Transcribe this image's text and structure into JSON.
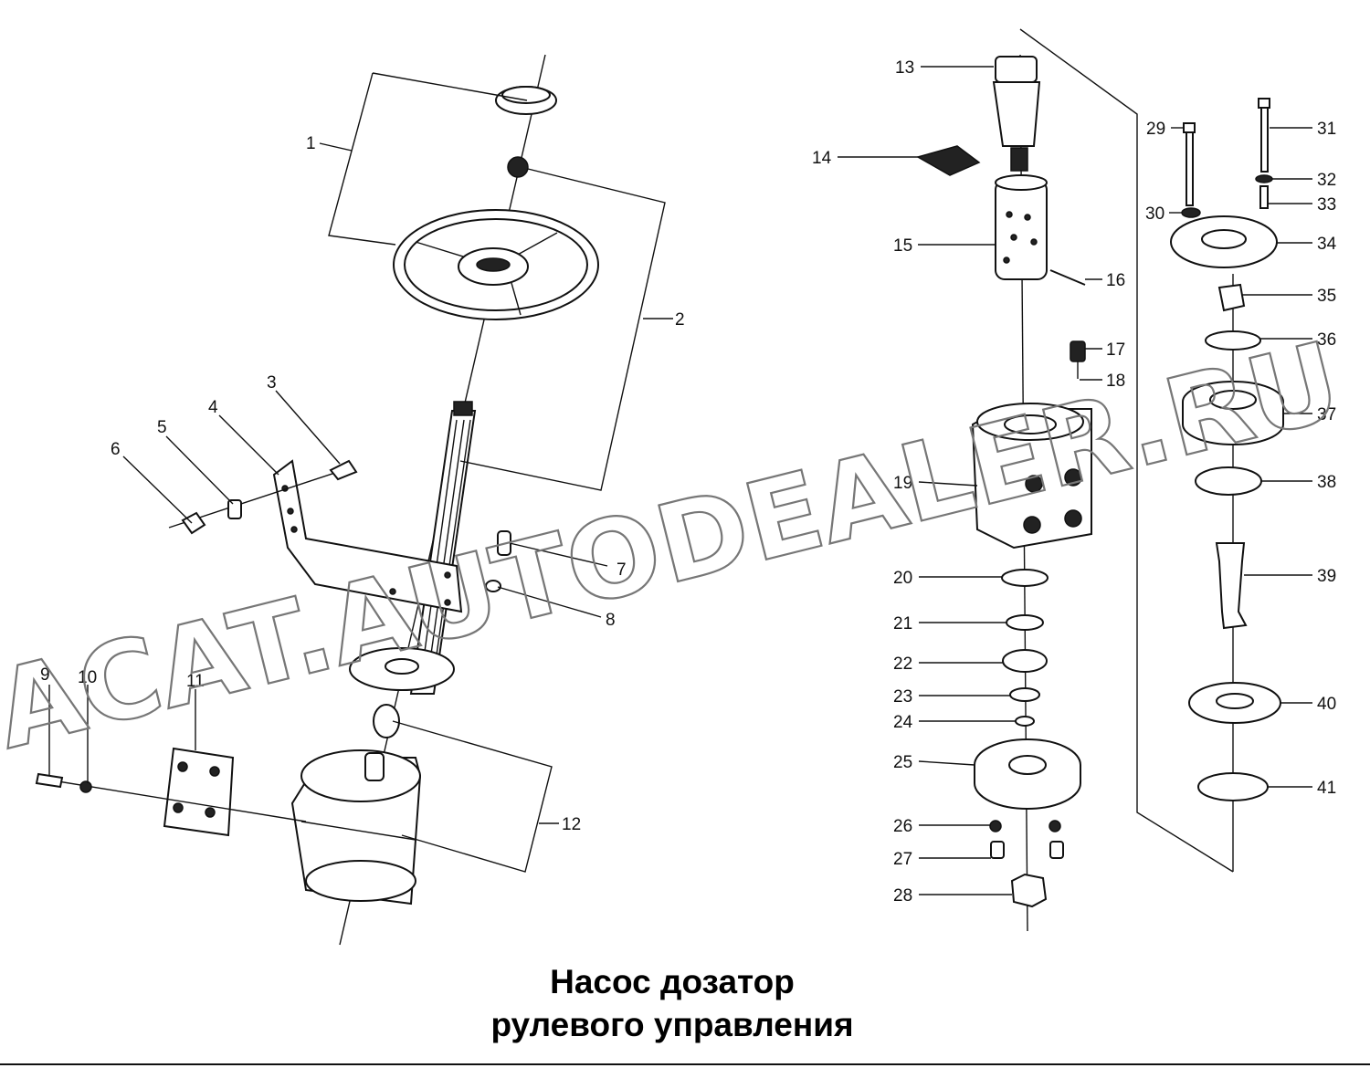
{
  "diagram": {
    "labels": [
      "1",
      "2",
      "3",
      "4",
      "5",
      "6",
      "7",
      "8",
      "9",
      "10",
      "11",
      "12",
      "13",
      "14",
      "15",
      "16",
      "17",
      "18",
      "19",
      "20",
      "21",
      "22",
      "23",
      "24",
      "25",
      "26",
      "27",
      "28",
      "29",
      "30",
      "31",
      "32",
      "33",
      "34",
      "35",
      "36",
      "37",
      "38",
      "39",
      "40",
      "41"
    ],
    "watermark": "ACAT.AUTODEALER.RU",
    "title_line1": "Насос дозатор",
    "title_line2": "рулевого управления"
  }
}
